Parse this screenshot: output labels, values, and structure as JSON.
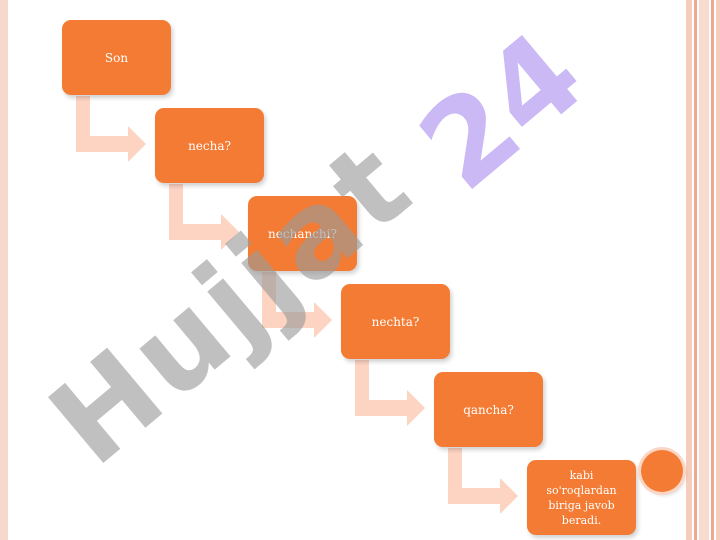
{
  "diagram": {
    "steps": [
      {
        "label": "Son"
      },
      {
        "label": "necha?"
      },
      {
        "label": "nechanchi?"
      },
      {
        "label": "nechta?"
      },
      {
        "label": "qancha?"
      },
      {
        "label": "kabi so'roqlardan biriga javob beradi."
      }
    ]
  },
  "watermark": {
    "dark_text": "Hujjat",
    "light_text": "24"
  },
  "colors": {
    "box": "#f47b33",
    "arrow": "#fdd3c2",
    "watermark_dark": "#9a9a9a",
    "watermark_light": "#b9a2f2",
    "stripe": "#f1b7a4"
  }
}
